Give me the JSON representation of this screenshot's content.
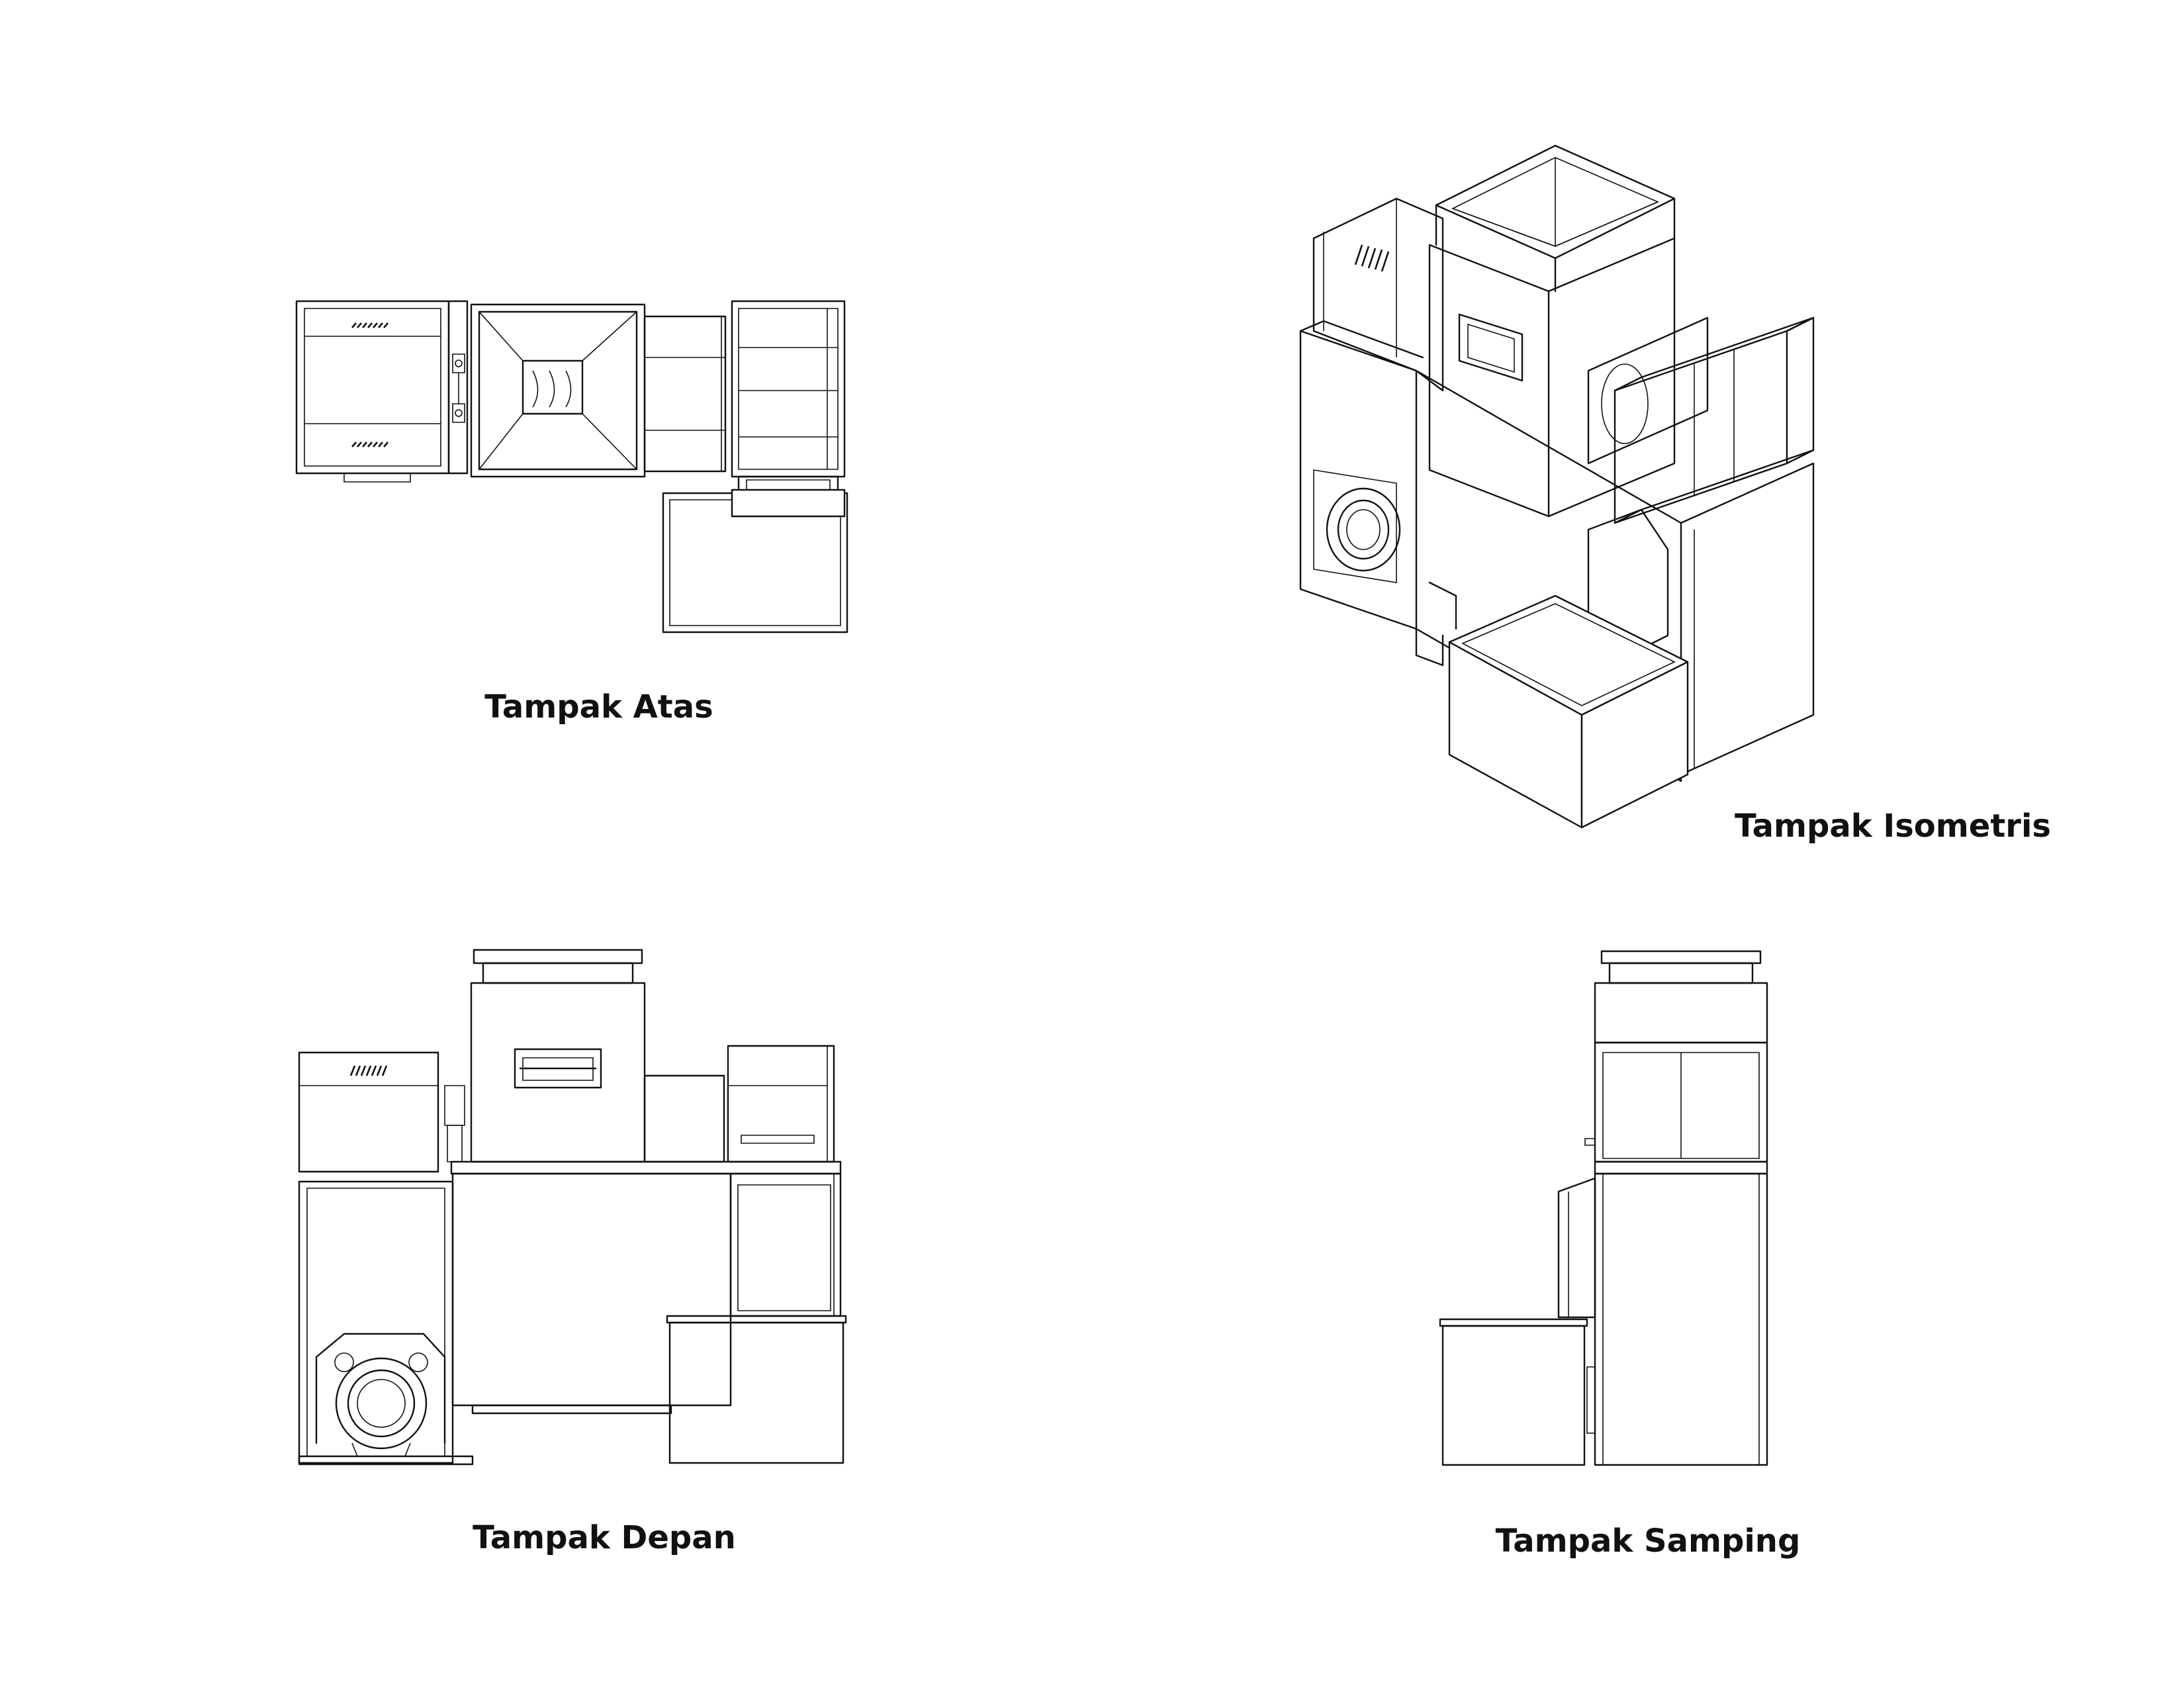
{
  "views": {
    "top": {
      "label": "Tampak Atas"
    },
    "iso": {
      "label": "Tampak Isometris"
    },
    "front": {
      "label": "Tampak Depan"
    },
    "side": {
      "label": "Tampak Samping"
    }
  },
  "colors": {
    "line": "#111111",
    "background": "#ffffff"
  }
}
